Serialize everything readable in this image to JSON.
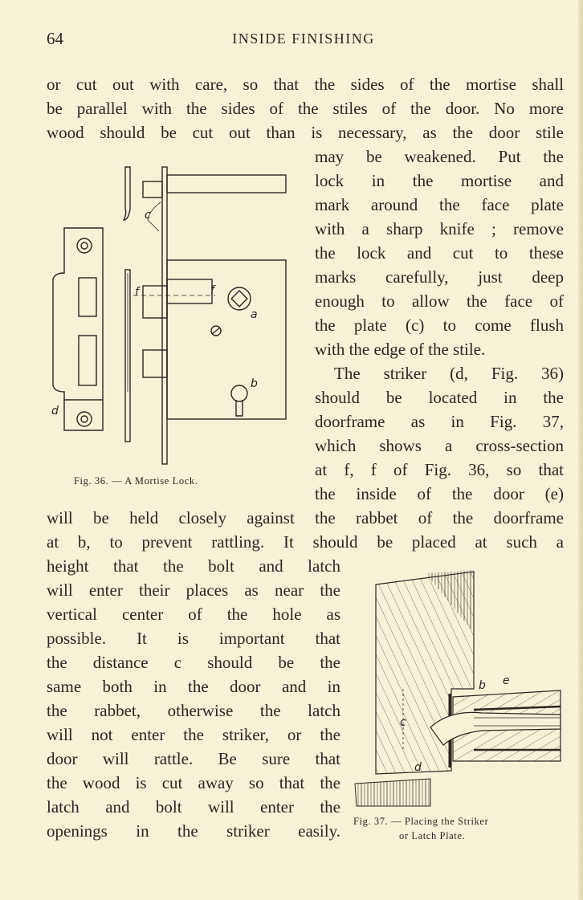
{
  "header": {
    "page_number": "64",
    "running_head": "INSIDE FINISHING"
  },
  "text": {
    "l1": "or cut out with care, so that the sides of the mortise shall",
    "l2": "be parallel with the sides of the stiles of the door.  No more",
    "l3": "wood should be cut out than is necessary, as the door stile",
    "r1": "may be weakened.  Put the",
    "r2": "lock in the mortise and",
    "r3": "mark around the face plate",
    "r4": "with a sharp knife ; remove",
    "r5": "the lock and cut to these",
    "r6": "marks carefully, just deep",
    "r7": "enough to allow the face of",
    "r8": "the plate (c) to come flush",
    "r9": "with the edge of the stile.",
    "r10": "The striker (d, Fig. 36)",
    "r11": "should be located in the",
    "r12": "doorframe as in Fig. 37,",
    "r13": "which shows a cross-section",
    "r14": "at f, f of Fig. 36, so that",
    "r15": "the inside of the door (e)",
    "f1": "will be held closely against the rabbet of the doorframe",
    "f2": "at b, to prevent rattling.  It should be placed at such a",
    "q1": "height that the bolt and latch",
    "q2": "will enter their places as near the",
    "q3": "vertical center of the hole as",
    "q4": "possible.  It is important that",
    "q5": "the distance c should be the",
    "q6": "same both in the door and in",
    "q7": "the rabbet, otherwise the latch",
    "q8": "will not enter the striker, or the",
    "q9": "door will rattle.  Be sure that",
    "q10": "the wood is cut away so that the",
    "q11": "latch and bolt will enter the",
    "q12": "openings in the striker easily."
  },
  "figures": {
    "fig36": {
      "caption": "Fig. 36. — A Mortise Lock.",
      "labels": {
        "c": "c",
        "f1": "f",
        "f2": "f",
        "a": "a",
        "b": "b",
        "d": "d"
      }
    },
    "fig37": {
      "caption_line1": "Fig. 37. — Placing the Striker",
      "caption_line2": "or Latch Plate.",
      "labels": {
        "b": "b",
        "e": "e",
        "c": "c",
        "d": "d"
      }
    }
  }
}
